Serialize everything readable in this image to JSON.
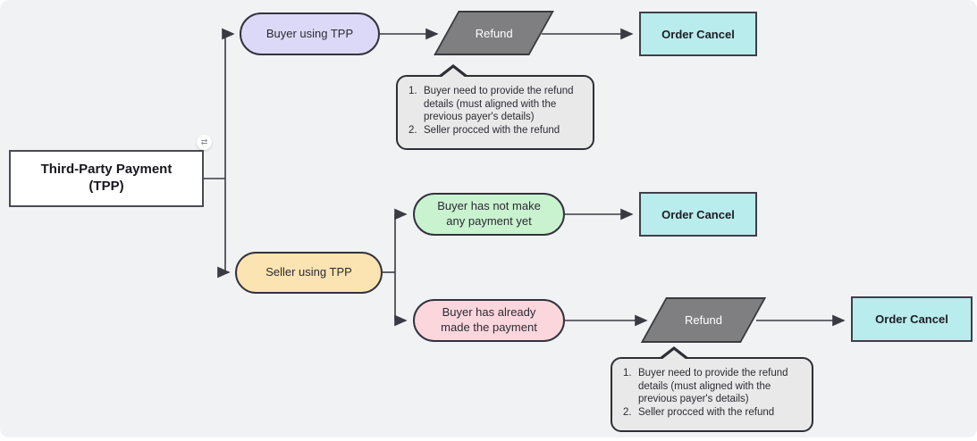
{
  "canvas": {
    "background_color": "#f1f2f4",
    "connector_color": "#3a3a42"
  },
  "root": {
    "label": "Third-Party Payment (TPP)",
    "fill": "#ffffff"
  },
  "badge": {
    "icon_glyph": "⇄"
  },
  "branches": {
    "buyer": {
      "label": "Buyer using TPP",
      "fill": "#dcd9f8"
    },
    "seller": {
      "label": "Seller using TPP",
      "fill": "#fbe3b2"
    }
  },
  "nodes": {
    "refund_top": {
      "label": "Refund",
      "fill": "#7f7f82"
    },
    "order_cancel_top": {
      "label": "Order Cancel",
      "fill": "#b9ecec"
    },
    "no_payment": {
      "label": "Buyer has not make any payment yet",
      "fill": "#c9f2cf"
    },
    "order_cancel_mid": {
      "label": "Order Cancel",
      "fill": "#b9ecec"
    },
    "paid": {
      "label": "Buyer has already made the payment",
      "fill": "#fbd6dd"
    },
    "refund_bottom": {
      "label": "Refund",
      "fill": "#7f7f82"
    },
    "order_cancel_bottom": {
      "label": "Order Cancel",
      "fill": "#b9ecec"
    }
  },
  "notes": [
    {
      "items": [
        {
          "num": "1.",
          "text": "Buyer need to provide the refund details (must aligned with the previous payer's details)"
        },
        {
          "num": "2.",
          "text": "Seller procced with the refund"
        }
      ]
    },
    {
      "items": [
        {
          "num": "1.",
          "text": "Buyer need to provide the refund details (must aligned with the previous payer's details)"
        },
        {
          "num": "2.",
          "text": "Seller procced with the refund"
        }
      ]
    }
  ]
}
